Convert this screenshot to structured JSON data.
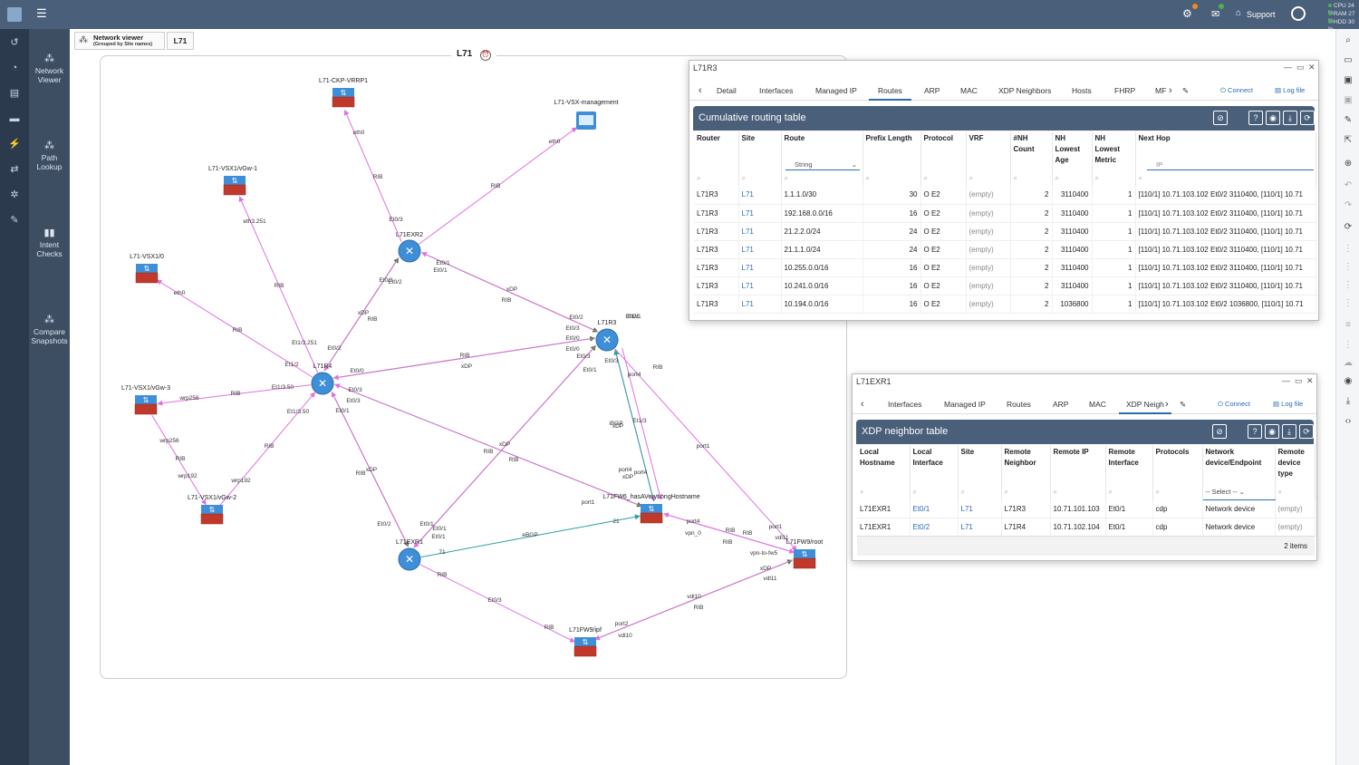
{
  "topbar": {
    "support_label": "Support",
    "cpu": "CPU 24 %",
    "ram": "RAM 27 %",
    "hdd": "HDD 30 %"
  },
  "nav": {
    "items": [
      {
        "label": "Network Viewer",
        "icon": "network-icon"
      },
      {
        "label": "Path Lookup",
        "icon": "path-icon"
      },
      {
        "label": "Intent Checks",
        "icon": "chart-icon"
      },
      {
        "label": "Compare Snapshots",
        "icon": "compare-icon"
      }
    ]
  },
  "breadcrumb": {
    "title": "Network viewer",
    "subtitle": "(Grouped by Site names)",
    "site": "L71"
  },
  "canvas": {
    "site_label": "L71"
  },
  "nodes": [
    {
      "id": "ckp",
      "label": "L71-CKP-VRRP1",
      "type": "firewall"
    },
    {
      "id": "vsxm",
      "label": "L71-VSX-management",
      "type": "server"
    },
    {
      "id": "vgw1",
      "label": "L71-VSX1/vGw-1",
      "type": "firewall"
    },
    {
      "id": "exr2",
      "label": "L71EXR2",
      "type": "router"
    },
    {
      "id": "vsx0",
      "label": "L71-VSX1/0",
      "type": "firewall"
    },
    {
      "id": "r3",
      "label": "L71R3",
      "type": "router"
    },
    {
      "id": "r4",
      "label": "L71R4",
      "type": "router"
    },
    {
      "id": "vgw3",
      "label": "L71-VSX1/vGw-3",
      "type": "firewall"
    },
    {
      "id": "vgw2",
      "label": "L71-VSX1/vGw-2",
      "type": "firewall"
    },
    {
      "id": "fw6",
      "label": "L71FW6_hasAVeryLongHostname",
      "type": "firewall"
    },
    {
      "id": "exr1",
      "label": "L71EXR1",
      "type": "router"
    },
    {
      "id": "fw9root",
      "label": "L71FW9/root",
      "type": "firewall"
    },
    {
      "id": "fw9ipf",
      "label": "L71FW9/ipf",
      "type": "firewall"
    }
  ],
  "edge_labels": [
    "eth0",
    "RIB",
    "Et0/3",
    "eth0",
    "RIB",
    "eth3.251",
    "RIB",
    "Et0/1",
    "Et0/1",
    "xDP",
    "RIB",
    "Et0/2",
    "Et0/2",
    "xDP",
    "RIB",
    "Et0/2",
    "Et0/3",
    "Et1/1",
    "eth0",
    "RIB",
    "Et1/2",
    "Et1/3.251",
    "Et0/2",
    "Et0/0",
    "xDP",
    "RIB",
    "Et0/0",
    "Et0/0",
    "wrp256",
    "RIB",
    "Et1/3.50",
    "Et1/3.50",
    "RIB",
    "wrp256",
    "RIB",
    "wrp192",
    "wrp192",
    "Et0/3",
    "Et0/3",
    "xDP",
    "RIB",
    "Et0/1",
    "xDP",
    "RIB",
    "Et0/1",
    "Et0/2",
    "Et0/1",
    "Et0/1",
    "Et0/3",
    "xDP",
    "RIB",
    "Et0/3",
    "Et0/1",
    "port4",
    "RIB",
    "port1",
    "eBGP",
    "71",
    "21",
    "port4",
    "vpn_0",
    "RIB",
    "RIB",
    "vpn-to-fw5",
    "port1",
    "port1",
    "RIB",
    "Et0/3",
    "RIB",
    "port2",
    "vdl10",
    "vdl10",
    "RIB",
    "xDP",
    "vdl11",
    "vdl11",
    "RIB",
    "Et1/3",
    "iBGP",
    "xDP",
    "port4",
    "port4",
    "Et0/1",
    "Et1/1"
  ],
  "routes_window": {
    "title": "L71R3",
    "tabs": [
      "Detail",
      "Interfaces",
      "Managed IP",
      "Routes",
      "ARP",
      "MAC",
      "XDP Neighbors",
      "Hosts",
      "FHRP",
      "MF"
    ],
    "active_tab": "Routes",
    "connect_label": "Connect",
    "logfile_label": "Log file",
    "table_title": "Cumulative routing table",
    "columns": [
      "Router",
      "Site",
      "Route",
      "Prefix Length",
      "Protocol",
      "VRF",
      "#NH Count",
      "NH Lowest Age",
      "NH Lowest Metric",
      "Next Hop"
    ],
    "route_filter_value": "String",
    "nexthop_filter_placeholder": "IP",
    "rows": [
      [
        "L71R3",
        "L71",
        "1.1.1.0/30",
        "30",
        "O E2",
        "(empty)",
        "2",
        "3110400",
        "1",
        "[110/1] 10.71.103.102 Et0/2 3110400, [110/1] 10.71"
      ],
      [
        "L71R3",
        "L71",
        "192.168.0.0/16",
        "16",
        "O E2",
        "(empty)",
        "2",
        "3110400",
        "1",
        "[110/1] 10.71.103.102 Et0/2 3110400, [110/1] 10.71"
      ],
      [
        "L71R3",
        "L71",
        "21.2.2.0/24",
        "24",
        "O E2",
        "(empty)",
        "2",
        "3110400",
        "1",
        "[110/1] 10.71.103.102 Et0/2 3110400, [110/1] 10.71"
      ],
      [
        "L71R3",
        "L71",
        "21.1.1.0/24",
        "24",
        "O E2",
        "(empty)",
        "2",
        "3110400",
        "1",
        "[110/1] 10.71.103.102 Et0/2 3110400, [110/1] 10.71"
      ],
      [
        "L71R3",
        "L71",
        "10.255.0.0/16",
        "16",
        "O E2",
        "(empty)",
        "2",
        "3110400",
        "1",
        "[110/1] 10.71.103.102 Et0/2 3110400, [110/1] 10.71"
      ],
      [
        "L71R3",
        "L71",
        "10.241.0.0/16",
        "16",
        "O E2",
        "(empty)",
        "2",
        "3110400",
        "1",
        "[110/1] 10.71.103.102 Et0/2 3110400, [110/1] 10.71"
      ],
      [
        "L71R3",
        "L71",
        "10.194.0.0/16",
        "16",
        "O E2",
        "(empty)",
        "2",
        "1036800",
        "1",
        "[110/1] 10.71.103.102 Et0/2 1036800, [110/1] 10.71"
      ]
    ]
  },
  "xdp_window": {
    "title": "L71EXR1",
    "tabs": [
      "Interfaces",
      "Managed IP",
      "Routes",
      "ARP",
      "MAC",
      "XDP Neigh"
    ],
    "active_tab": "XDP Neigh",
    "connect_label": "Connect",
    "logfile_label": "Log file",
    "table_title": "XDP neighbor table",
    "columns": [
      "Local Hostname",
      "Local Interface",
      "Site",
      "Remote Neighbor",
      "Remote IP",
      "Remote Interface",
      "Protocols",
      "Network device/Endpoint",
      "Remote device type"
    ],
    "select_placeholder": "-- Select --",
    "rows": [
      [
        "L71EXR1",
        "Et0/1",
        "L71",
        "L71R3",
        "10.71.101.103",
        "Et0/1",
        "cdp",
        "Network device",
        "(empty)"
      ],
      [
        "L71EXR1",
        "Et0/2",
        "L71",
        "L71R4",
        "10.71.102.104",
        "Et0/1",
        "cdp",
        "Network device",
        "(empty)"
      ]
    ],
    "footer": "2 items"
  }
}
